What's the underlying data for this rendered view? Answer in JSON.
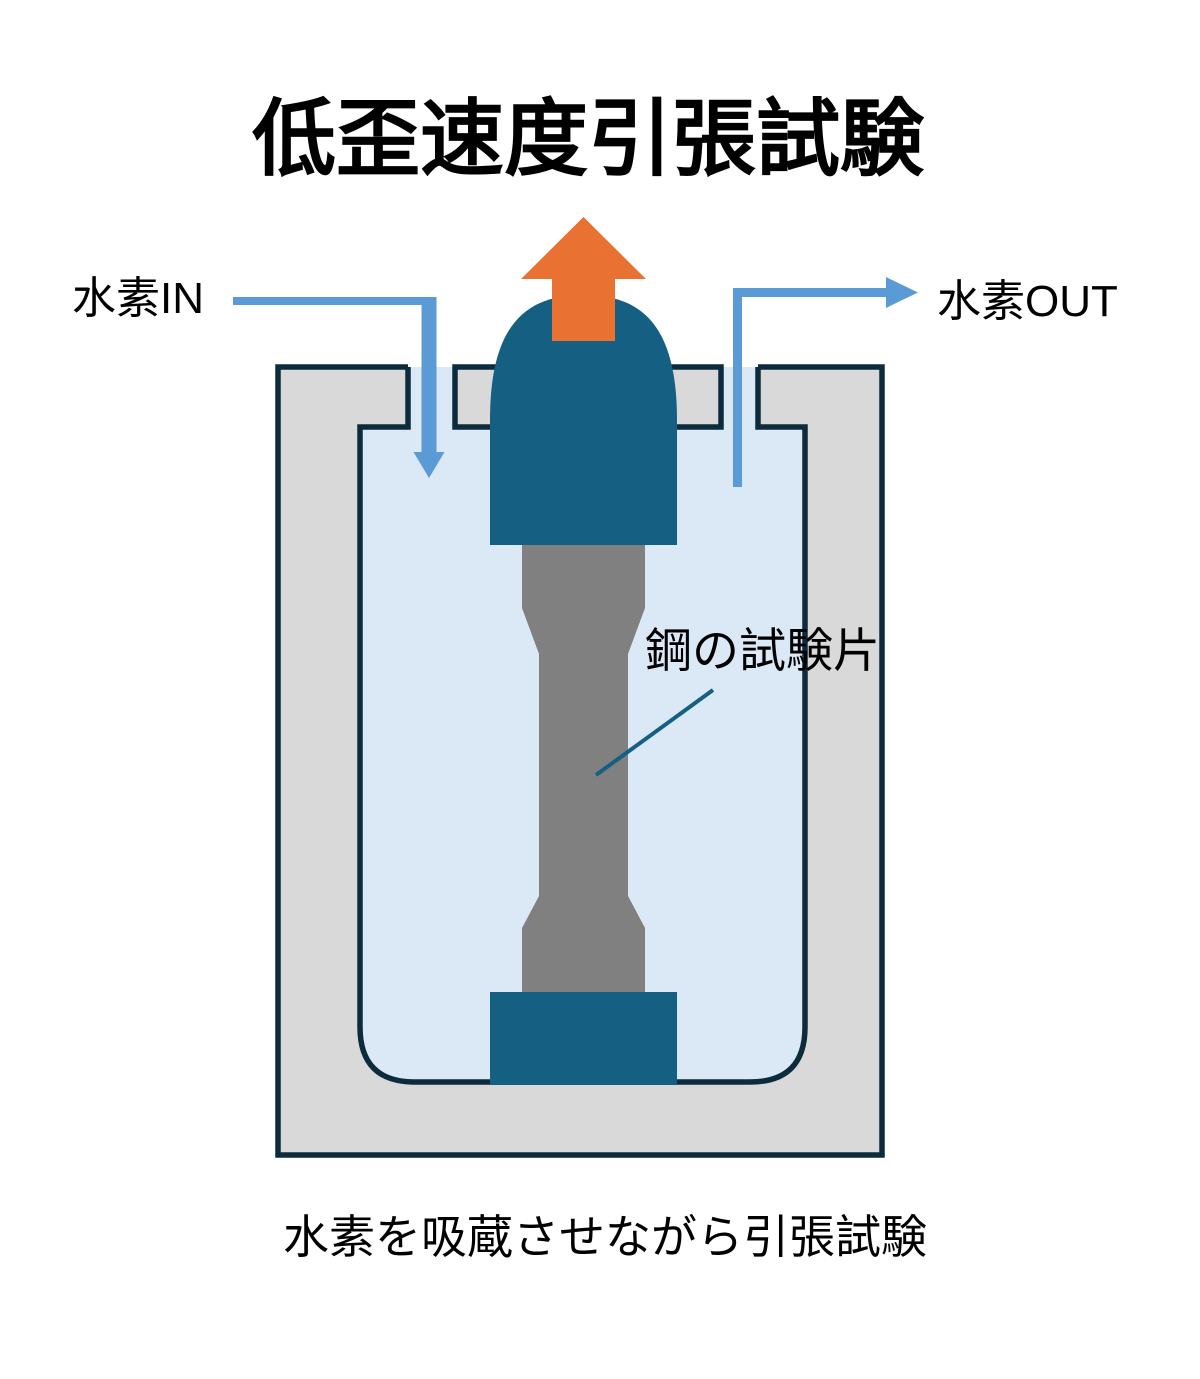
{
  "title": {
    "text": "低歪速度引張試験"
  },
  "labels": {
    "hydrogen_in": "水素IN",
    "hydrogen_out": "水素OUT",
    "specimen": "鋼の試験片",
    "caption": "水素を吸蔵させながら引張試験"
  },
  "colors": {
    "outline": "#0C2B3C",
    "container_gray": "#D9D9D9",
    "bath_blue": "#DBE8F6",
    "grip_teal": "#156082",
    "specimen_gray": "#808080",
    "flow_blue": "#5B9BD5",
    "pull_orange": "#E97132",
    "text_black": "#000000"
  }
}
